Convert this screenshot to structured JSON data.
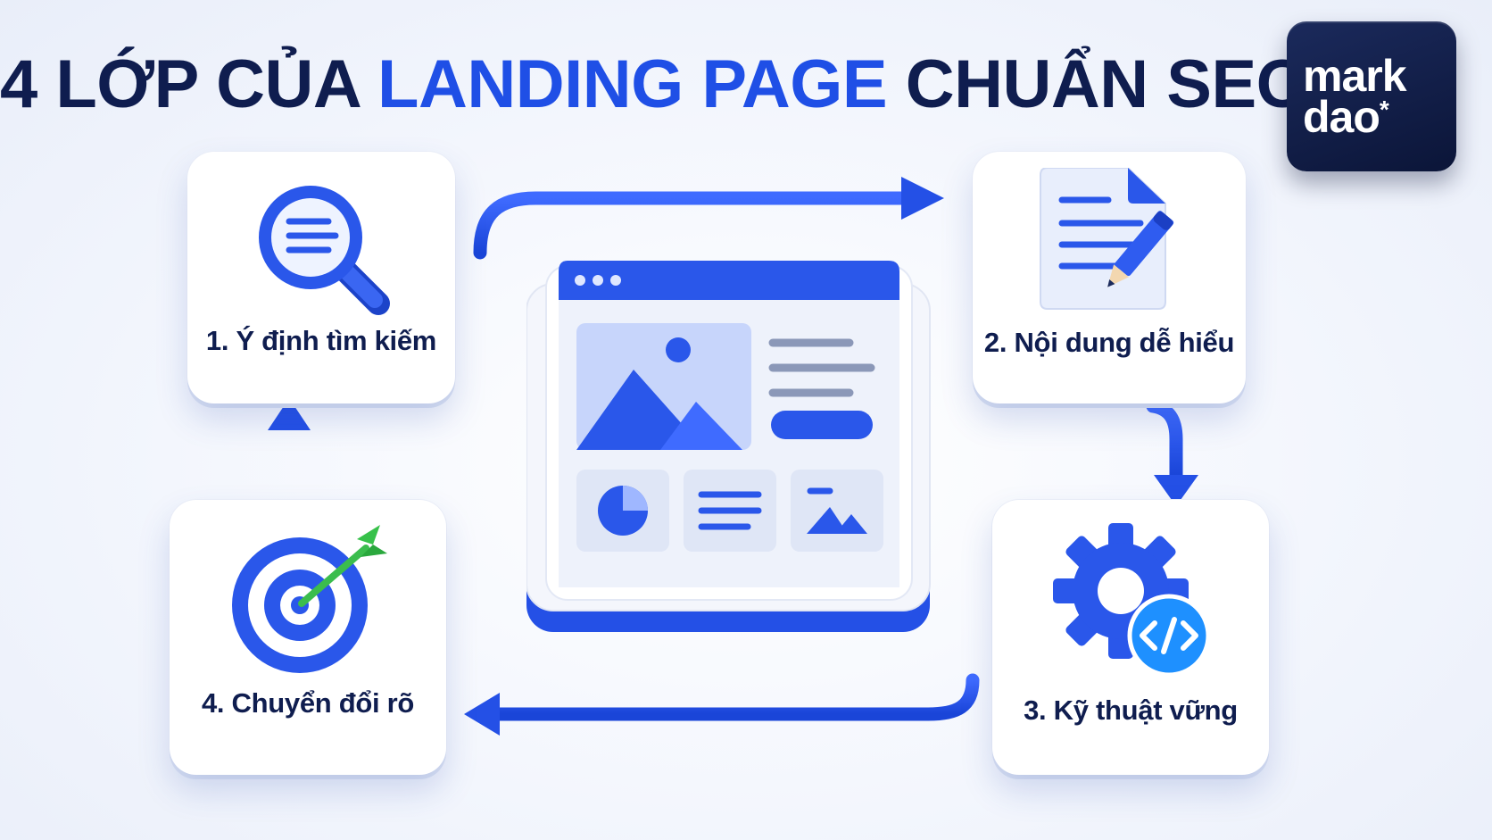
{
  "title": {
    "part1": "4 LỚP CỦA ",
    "highlight": "LANDING PAGE",
    "part2": " CHUẨN SEO"
  },
  "logo": {
    "line1": "mark",
    "line2": "dao",
    "asterisk": "*"
  },
  "colors": {
    "accent": "#1f4fe6",
    "title_dark": "#0f1d4f",
    "logo_bg": "#0b1538",
    "dart_green": "#37c14a"
  },
  "steps": [
    {
      "label": "1. Ý định tìm kiếm",
      "icon": "magnifier-icon"
    },
    {
      "label": "2. Nội dung dễ hiểu",
      "icon": "document-pencil-icon"
    },
    {
      "label": "3. Kỹ thuật vững",
      "icon": "gear-code-icon"
    },
    {
      "label": "4. Chuyển đổi rõ",
      "icon": "target-dart-icon"
    }
  ],
  "center_icon": "landing-page-wireframe-icon"
}
